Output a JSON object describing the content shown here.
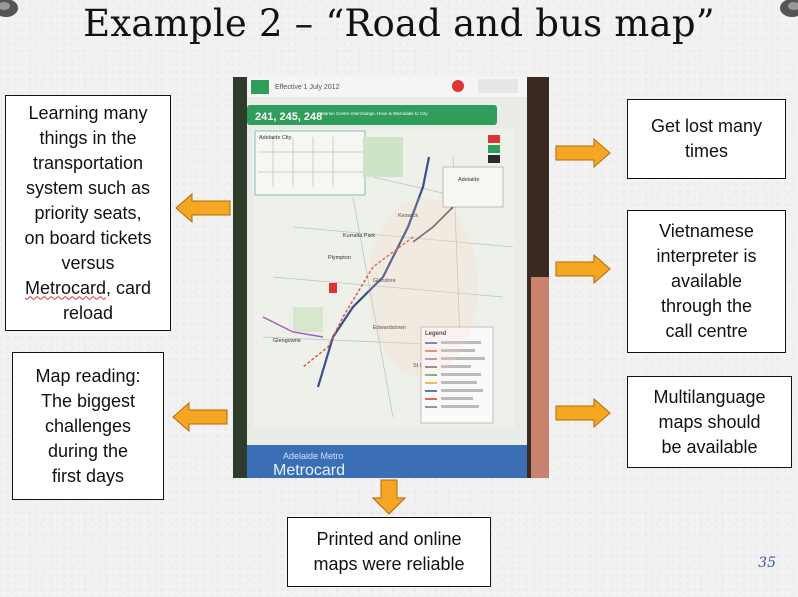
{
  "slide": {
    "title": "Example 2 – “Road and bus map”",
    "page_number": "35"
  },
  "left_boxes": [
    {
      "text_before": "Learning many\nthings in the\ntransportation\nsystem such as\npriority seats,\non board tickets\nversus\n",
      "text_squiggle": "Metrocard",
      "text_after": ", card\nreload"
    },
    {
      "text": "Map reading:\nThe biggest\nchallenges\nduring the\nfirst days"
    }
  ],
  "right_boxes": [
    {
      "text": "Get lost many\ntimes"
    },
    {
      "text": "Vietnamese\ninterpreter is\navailable\nthrough the\ncall centre"
    },
    {
      "text": "Multilanguage\nmaps should\nbe available"
    }
  ],
  "bottom_box": {
    "text": "Printed and online\nmaps were reliable"
  },
  "photo": {
    "header_effective": "Effective 1 July 2012",
    "route_numbers": "241, 245, 248",
    "route_subtitle": "Marion Centre Interchange, Hove & Warradale to City",
    "label_adelaide_city": "Adelaide City",
    "label_adelaide": "Adelaide",
    "label_keswick": "Keswick",
    "label_kurralta_park": "Kurralta Park",
    "label_plympton": "Plympton",
    "label_glandore": "Glandore",
    "label_edwardstown": "Edwardstown",
    "label_st_marys": "St Marys",
    "label_glengowrie": "Glengowrie",
    "label_legend": "Legend",
    "footer_line1": "Adelaide Metro",
    "footer_line2": "Metrocard",
    "colors": {
      "green_bar": "#2f9e5a",
      "map_bg": "#eef0ea",
      "footer": "#3b6fb5"
    }
  },
  "colors": {
    "arrow_fill": "#f5a623",
    "arrow_stroke": "#b36b00"
  }
}
